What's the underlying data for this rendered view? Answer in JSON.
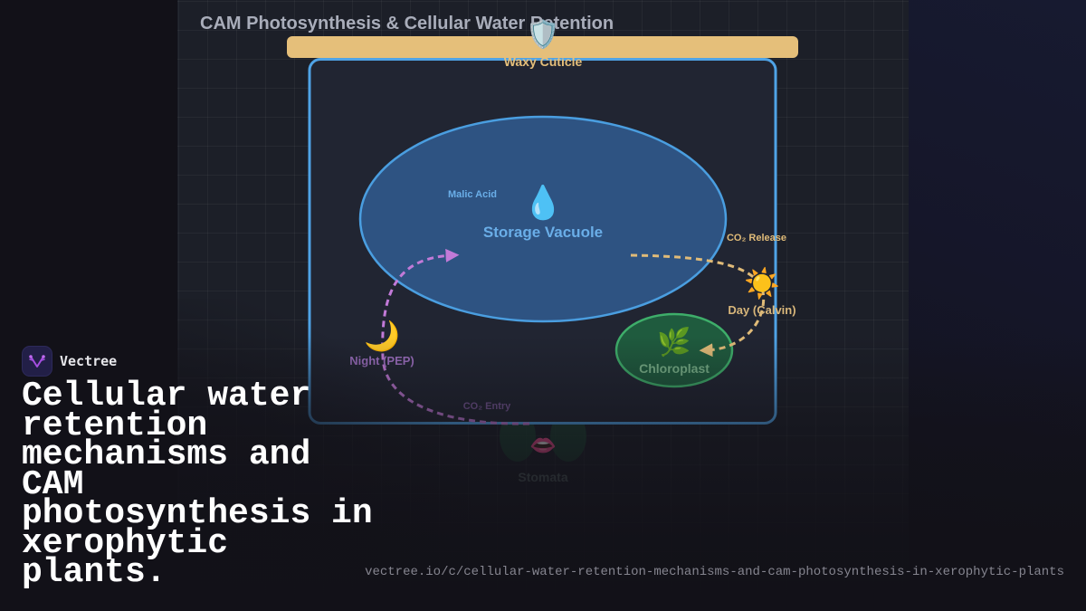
{
  "diagram": {
    "title": "CAM Photosynthesis & Cellular Water Retention",
    "cuticle": {
      "label": "Waxy Cuticle",
      "icon": "shield-icon",
      "glyph": "🛡️"
    },
    "vacuole": {
      "label": "Storage Vacuole",
      "icon": "water-drop-icon",
      "glyph": "💧",
      "content_label": "Malic Acid"
    },
    "chloroplast": {
      "label": "Chloroplast",
      "icon": "leaf-icon",
      "glyph": "🌿"
    },
    "night": {
      "label": "Night (PEP)",
      "icon": "moon-icon",
      "glyph": "🌙"
    },
    "day": {
      "label": "Day (Calvin)",
      "icon": "sun-icon",
      "glyph": "☀️"
    },
    "stomata": {
      "label": "Stomata",
      "icon": "lips-icon",
      "glyph": "👄"
    },
    "flows": {
      "co2_entry": "CO₂ Entry",
      "co2_release": "CO₂ Release"
    },
    "colors": {
      "cuticle": "#e5bf7a",
      "cell_border": "#4fa3e6",
      "vacuole_fill": "#2e5382",
      "vacuole_stroke": "#4a9ee0",
      "chloroplast_fill": "#1f5b3e",
      "chloroplast_stroke": "#3eae6a",
      "night_flow": "#c27ad8",
      "day_flow": "#e0bb78"
    }
  },
  "brand": {
    "name": "Vectree"
  },
  "headline": "Cellular water retention mechanisms and CAM photosynthesis in xerophytic plants.",
  "url": "vectree.io/c/cellular-water-retention-mechanisms-and-cam-photosynthesis-in-xerophytic-plants"
}
